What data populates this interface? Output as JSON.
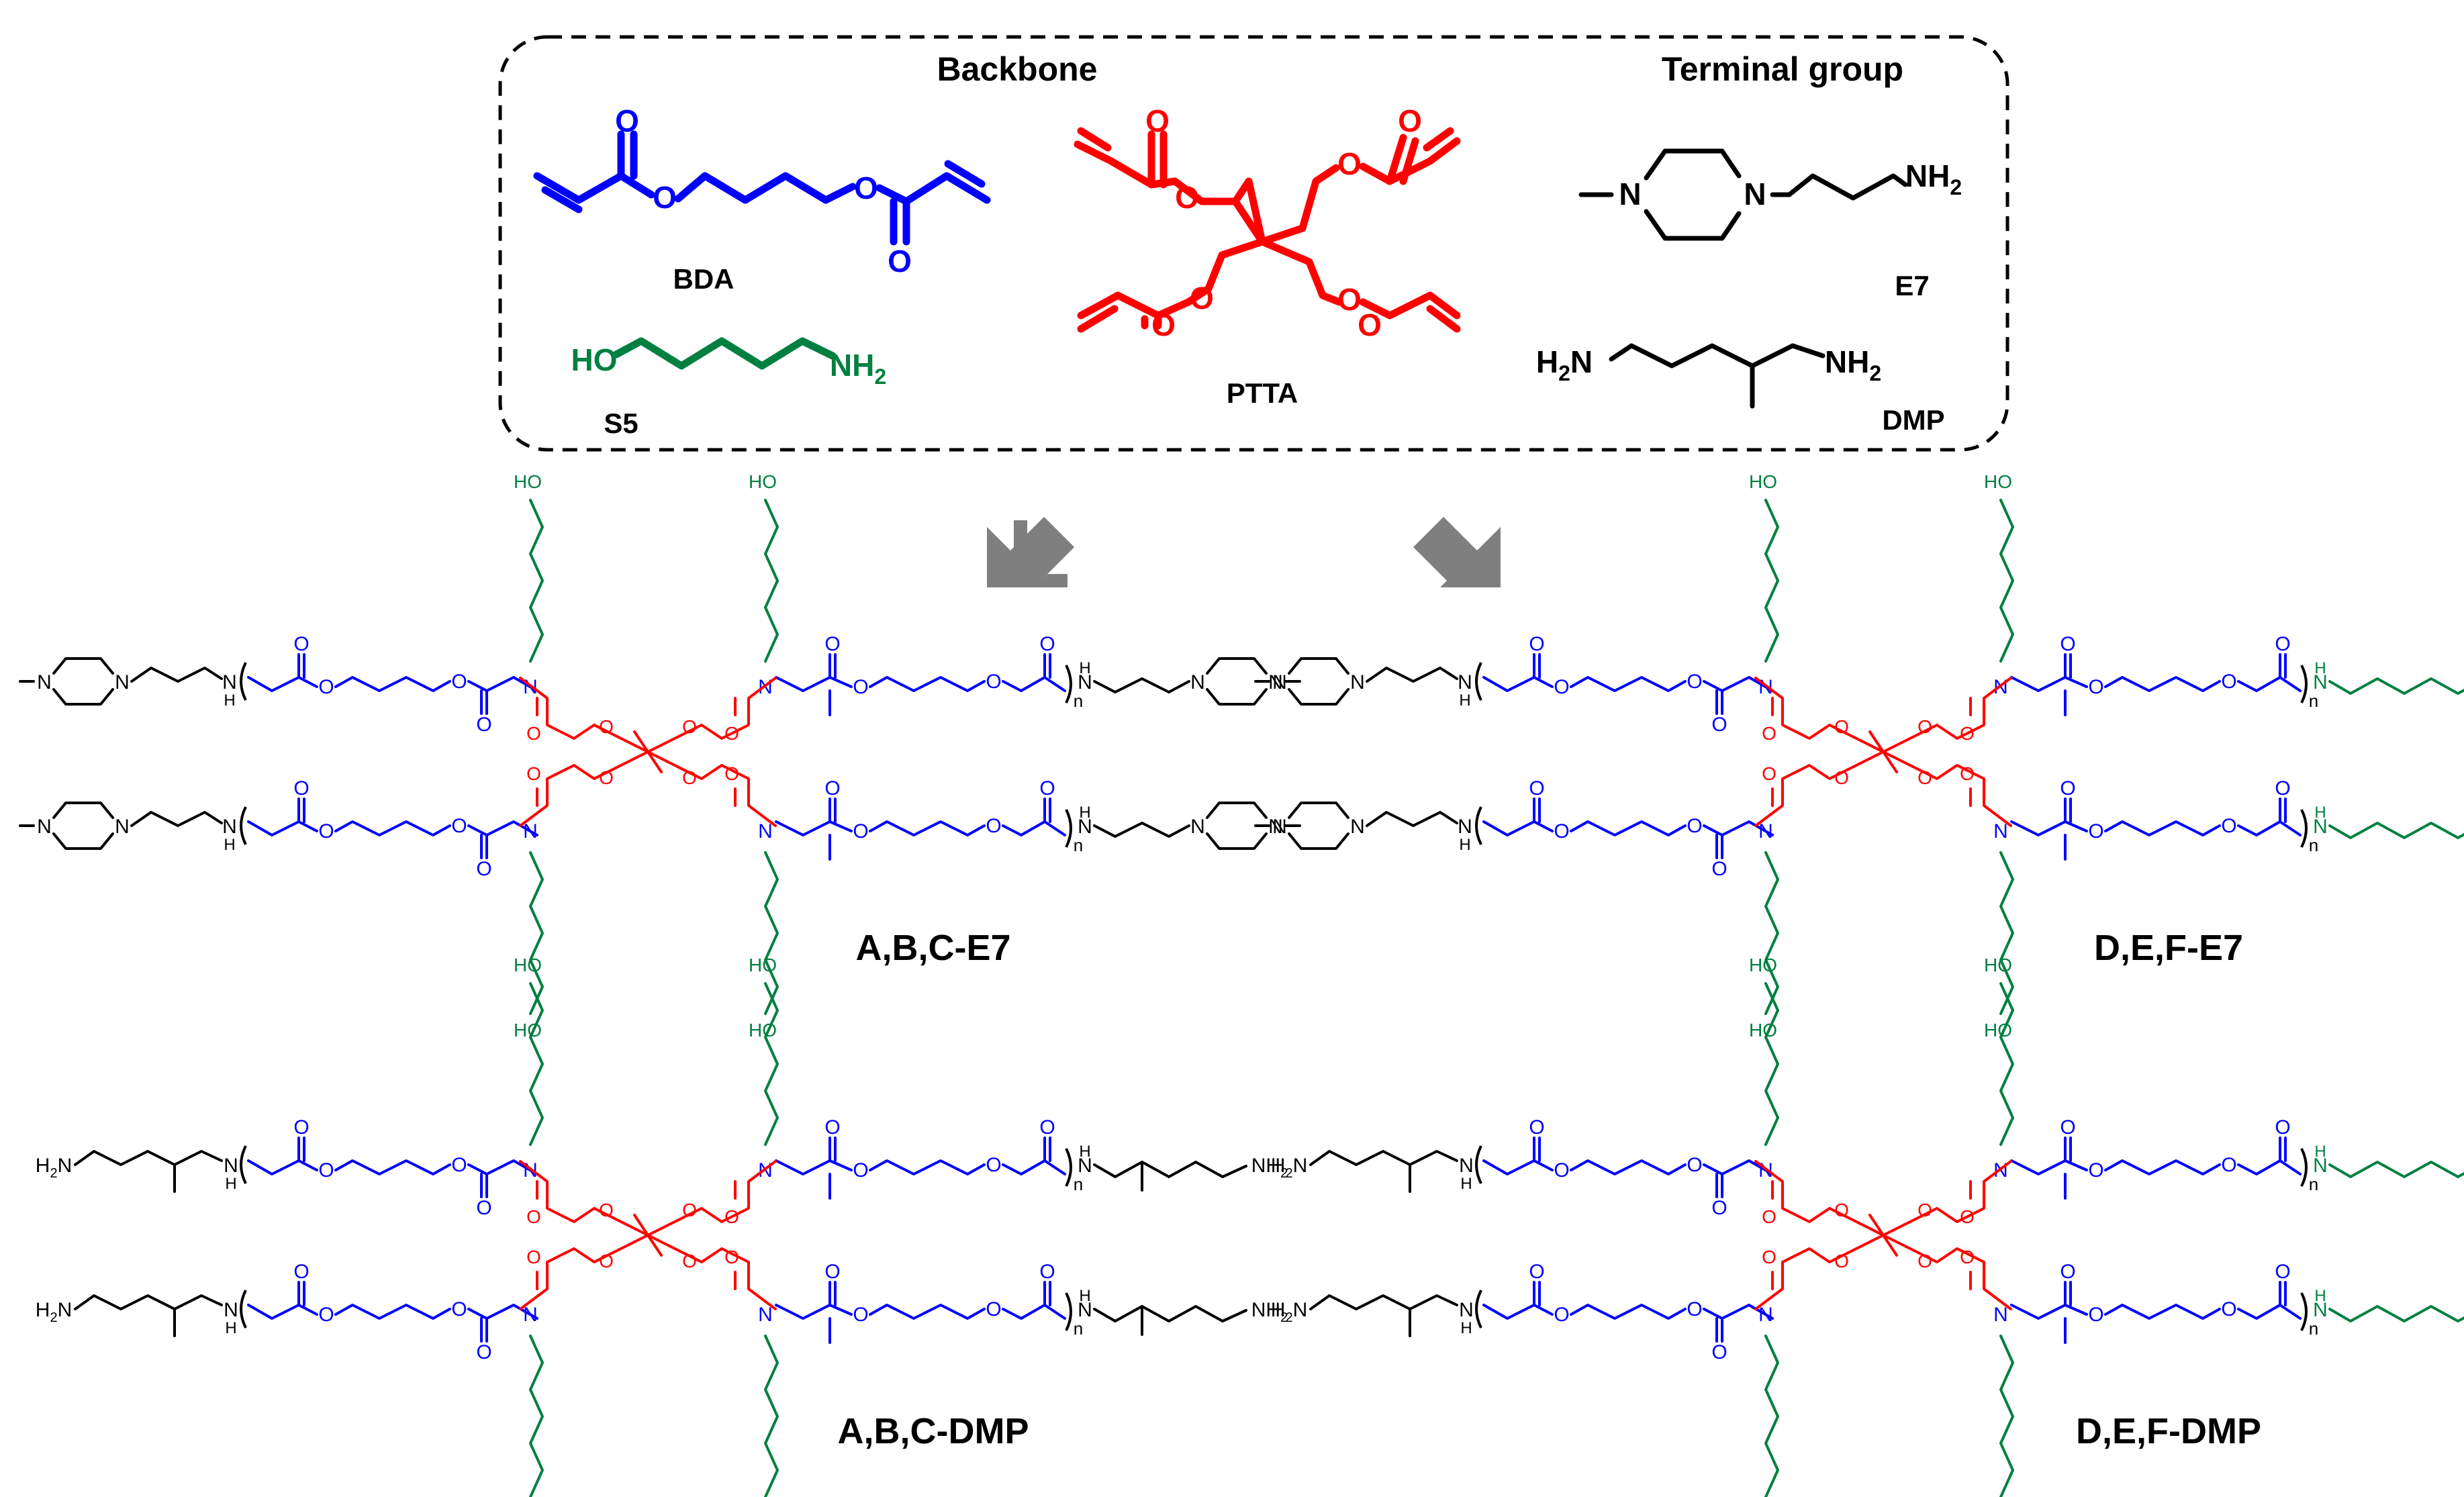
{
  "colors": {
    "backbone": "#0000ff",
    "crosslinker": "#ff0000",
    "sidechain": "#008040",
    "terminal": "#000000",
    "arrow": "#7f7f7f",
    "box_border": "#000000"
  },
  "box": {
    "backbone_heading": "Backbone",
    "terminal_heading": "Terminal group"
  },
  "monomers": {
    "bda": {
      "label": "BDA",
      "atoms": [
        "O",
        "O",
        "O",
        "O"
      ]
    },
    "ptta": {
      "label": "PTTA",
      "atoms": [
        "O",
        "O",
        "O",
        "O",
        "O",
        "O",
        "O",
        "O"
      ]
    },
    "s5": {
      "label": "S5",
      "ho": "HO",
      "nh2": "NH",
      "nh2_sub": "2"
    },
    "e7": {
      "label": "E7",
      "n1": "N",
      "n2": "N",
      "nh2": "NH",
      "nh2_sub": "2"
    },
    "dmp": {
      "label": "DMP",
      "h2n": "H",
      "h2n_sub": "2",
      "h2n_n": "N",
      "nh2": "NH",
      "nh2_sub": "2"
    }
  },
  "arrows": {
    "left": "arrow-down-left-icon",
    "right": "arrow-down-right-icon"
  },
  "polymers": [
    {
      "label": "A,B,C-E7"
    },
    {
      "label": "D,E,F-E7"
    },
    {
      "label": "A,B,C-DMP"
    },
    {
      "label": "D,E,F-DMP"
    }
  ],
  "polymer_atoms": {
    "oh": "OH",
    "ho": "HO",
    "o": "O",
    "n": "N",
    "h": "H",
    "nh": "N",
    "n_sub": "n",
    "h2n": "H",
    "h2n_sub": "2",
    "h2n_n": "N",
    "nh2": "NH",
    "nh2_sub": "2"
  }
}
